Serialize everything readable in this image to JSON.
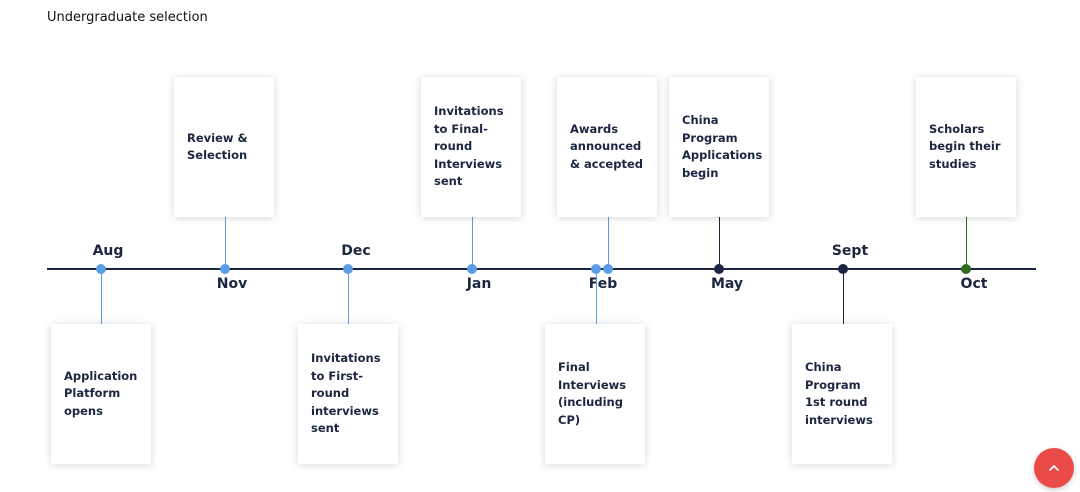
{
  "page": {
    "title": "Undergraduate selection"
  },
  "timeline": {
    "months": [
      {
        "label": "Aug",
        "position": "top"
      },
      {
        "label": "Nov",
        "position": "bottom"
      },
      {
        "label": "Dec",
        "position": "top"
      },
      {
        "label": "Jan",
        "position": "bottom"
      },
      {
        "label": "Feb",
        "position": "bottom"
      },
      {
        "label": "May",
        "position": "bottom"
      },
      {
        "label": "Sept",
        "position": "top"
      },
      {
        "label": "Oct",
        "position": "bottom"
      }
    ],
    "events": [
      {
        "text": "Application Platform opens",
        "side": "below",
        "color": "blue"
      },
      {
        "text": "Review & Selection",
        "side": "above",
        "color": "blue"
      },
      {
        "text": "Invitations to First-round interviews sent",
        "side": "below",
        "color": "blue"
      },
      {
        "text": "Invitations to Final-round Interviews sent",
        "side": "above",
        "color": "blue"
      },
      {
        "text": "Final Interviews (including CP)",
        "side": "below",
        "color": "blue"
      },
      {
        "text": "Awards announced & accepted",
        "side": "above",
        "color": "blue"
      },
      {
        "text": "China Program Applications begin",
        "side": "above",
        "color": "navy"
      },
      {
        "text": "China Program 1st round interviews",
        "side": "below",
        "color": "navy"
      },
      {
        "text": "Scholars begin their studies",
        "side": "above",
        "color": "green"
      }
    ]
  },
  "colors": {
    "blue": "#5b9ee6",
    "navy": "#1c2541",
    "green": "#2f6a1f",
    "fab": "#ea4a48"
  },
  "scroll_top_button": {
    "icon": "chevron-up-icon"
  }
}
